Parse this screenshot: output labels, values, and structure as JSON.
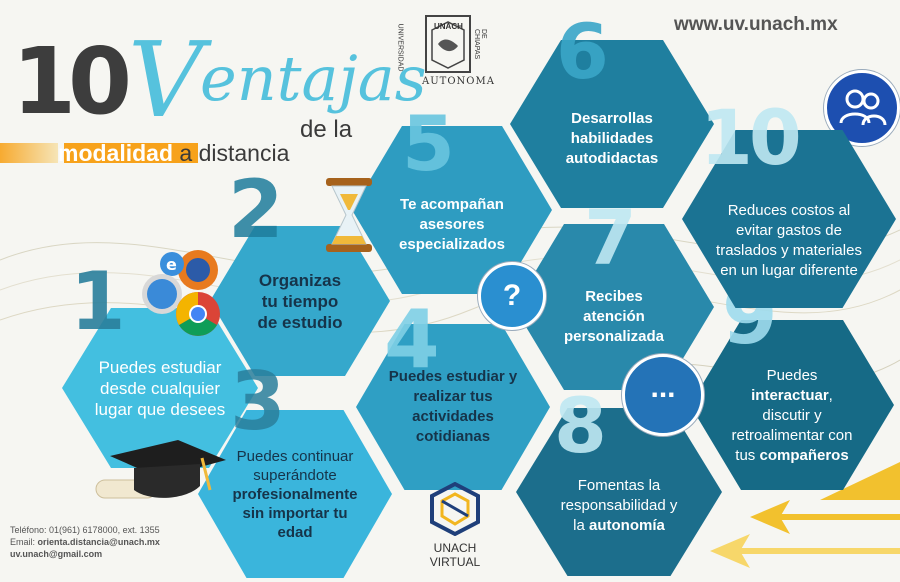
{
  "header": {
    "number": "10",
    "title_word": "Ventajas",
    "title_rest": "entajas",
    "subtitle_1": "de la",
    "subtitle_highlight": "modalidad",
    "subtitle_2": "a distancia",
    "website": "www.uv.unach.mx",
    "seal_top": "UNIVERSIDAD",
    "seal_right": "DE CHIAPAS",
    "seal_bottom": "AUTONOMA",
    "seal_label": "UNACH"
  },
  "advantages": [
    {
      "num": "1",
      "text": "Puedes estudiar desde cualquier lugar que desees"
    },
    {
      "num": "2",
      "text": "Organizas tu tiempo de estudio"
    },
    {
      "num": "3",
      "text_a": "Puedes continuar superándote",
      "text_b": "profesionalmente sin importar tu edad"
    },
    {
      "num": "4",
      "text": "Puedes estudiar y realizar tus actividades cotidianas"
    },
    {
      "num": "5",
      "text": "Te acompañan asesores especializados"
    },
    {
      "num": "6",
      "text": "Desarrollas habilidades autodidactas"
    },
    {
      "num": "7",
      "text": "Recibes atención personalizada"
    },
    {
      "num": "8",
      "text_a": "Fomentas la responsabilidad y la",
      "text_b": "autonomía"
    },
    {
      "num": "9",
      "text_a": "Puedes",
      "text_b": "interactuar",
      "text_c": ", discutir y retroalimentar con tus",
      "text_d": "compañeros"
    },
    {
      "num": "10",
      "text": "Reduces costos al evitar gastos de traslados y materiales en un lugar diferente"
    }
  ],
  "bubbles": {
    "question": "?",
    "ellipsis": "..."
  },
  "contact": {
    "phone": "Teléfono: 01(961) 6178000, ext. 1355",
    "email_label": "Email:",
    "email": "orienta.distancia@unach.mx",
    "email2": "uv.unach@gmail.com"
  },
  "logo": {
    "line1": "UNACH",
    "line2": "VIRTUAL"
  },
  "colors": {
    "hex_light": "#3fb7d9",
    "hex_mid": "#2a8fb0",
    "hex_dark": "#1b6f8f",
    "accent_orange": "#f7a21b",
    "arrow_yellow": "#f2c12e"
  }
}
